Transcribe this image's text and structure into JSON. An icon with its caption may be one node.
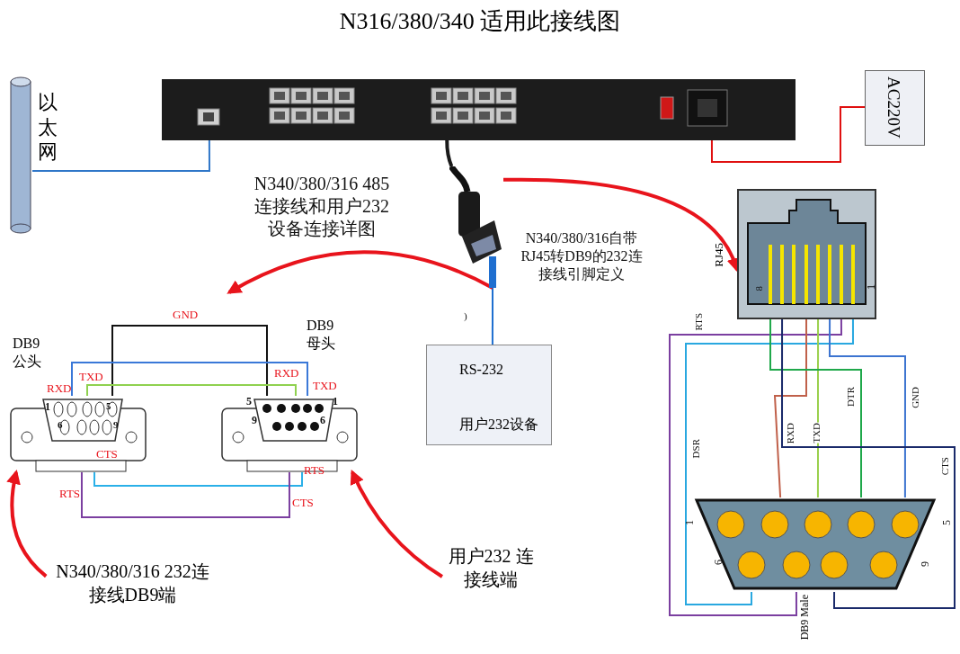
{
  "diagram": {
    "title": "N316/380/340 适用此接线图",
    "nodes": [
      {
        "text": [],
        "shape": "cylinder",
        "beside": [
          "以太网"
        ]
      },
      {
        "text": [],
        "shape": "picture"
      },
      {
        "text": [
          "AC220V"
        ]
      },
      {
        "text": [],
        "shape": "picture"
      },
      {
        "text": [
          "RS-232",
          "用户232设备"
        ]
      },
      {
        "text": [],
        "shape": "picture",
        "beside": [
          "DB9 公头"
        ]
      },
      {
        "text": [],
        "shape": "picture",
        "beside": [
          "DB9 母头"
        ]
      },
      {
        "text": [],
        "shape": "picture",
        "beside": [
          "RJ45"
        ]
      },
      {
        "text": [],
        "shape": "picture",
        "beside": [
          "DB9 Male"
        ]
      },
      {
        "text": [
          "N340/380/316 232连接线DB9端"
        ]
      },
      {
        "text": [
          "用户232 连接线端"
        ]
      }
    ],
    "edges": [
      {
        "from": 0,
        "to": 1,
        "arrow": "none",
        "color": "#2f76c8"
      },
      {
        "from": 2,
        "to": 1,
        "arrow": "none",
        "color": "#e01010"
      },
      {
        "from": 1,
        "to": 3,
        "arrow": "none",
        "style": "thick",
        "color": "#1a1a1a"
      },
      {
        "from": 3,
        "to": 4,
        "arrow": "none",
        "color": "#1f6fd0"
      },
      {
        "from": 3,
        "to": null,
        "arrow": "to",
        "label": "N340/380/316 485连接线和用户232设备连接详图",
        "style": "thick",
        "color": "#e8141c"
      },
      {
        "from": 3,
        "to": 7,
        "arrow": "to",
        "label": "N340/380/316自带RJ45转DB9的232连接线引脚定义",
        "style": "thick",
        "color": "#e8141c"
      },
      {
        "from": 9,
        "to": 5,
        "arrow": "to",
        "style": "thick",
        "color": "#e8141c"
      },
      {
        "from": 10,
        "to": 6,
        "arrow": "to",
        "style": "thick",
        "color": "#e8141c"
      },
      {
        "from": 5,
        "to": 6,
        "arrow": "none",
        "label": "GND",
        "color": "#111111"
      },
      {
        "from": 5,
        "to": 6,
        "arrow": "none",
        "color": "#3a78d8"
      },
      {
        "from": 5,
        "to": 6,
        "arrow": "none",
        "color": "#8fd14f"
      },
      {
        "from": 5,
        "to": 6,
        "arrow": "none",
        "color": "#2ab0e8"
      },
      {
        "from": 5,
        "to": 6,
        "arrow": "none",
        "color": "#7b3fa0"
      },
      {
        "from": 7,
        "to": 8,
        "arrow": "none",
        "label": "RTS",
        "color": "#7b3fa0"
      },
      {
        "from": 7,
        "to": 8,
        "arrow": "none",
        "label": "DSR",
        "color": "#29a8e0"
      },
      {
        "from": 7,
        "to": 8,
        "arrow": "none",
        "label": "RXD",
        "color": "#c0604a"
      },
      {
        "from": 7,
        "to": 8,
        "arrow": "none",
        "label": "TXD",
        "color": "#9ad04c"
      },
      {
        "from": 7,
        "to": 8,
        "arrow": "none",
        "label": "DTR",
        "color": "#1fa84a"
      },
      {
        "from": 7,
        "to": 8,
        "arrow": "none",
        "label": "GND",
        "color": "#3c74d0"
      },
      {
        "from": 7,
        "to": 8,
        "arrow": "none",
        "label": "CTS",
        "color": "#1a2a6a"
      }
    ],
    "labels": [
      "RXD",
      "TXD",
      "1",
      "5",
      "6",
      "9",
      "CTS",
      "RTS",
      "RXD",
      "TXD",
      "5",
      "1",
      "9",
      "6",
      "RTS",
      "CTS",
      ")",
      "8",
      "1",
      "1",
      "5",
      "6",
      "9"
    ]
  }
}
